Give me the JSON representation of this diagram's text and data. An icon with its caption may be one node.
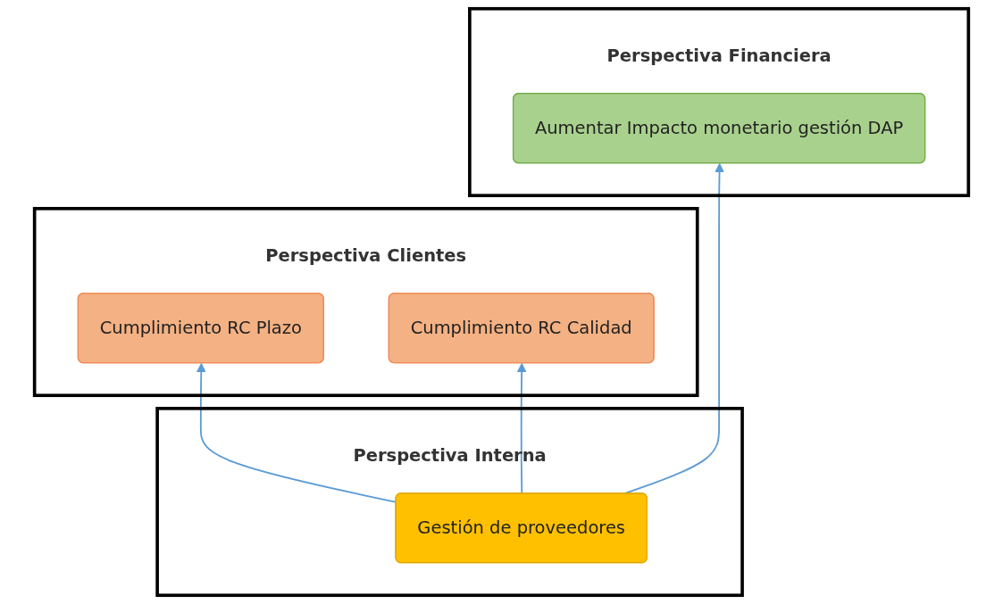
{
  "diagram": {
    "nodes": [
      {
        "text": [
          "Perspectiva Financiera"
        ]
      },
      {
        "text": [
          "Aumentar Impacto monetario gestión DAP"
        ],
        "in": 0
      },
      {
        "text": [
          "Perspectiva Clientes"
        ]
      },
      {
        "text": [
          "Cumplimiento RC Plazo"
        ],
        "in": 2
      },
      {
        "text": [
          "Cumplimiento RC Calidad"
        ],
        "in": 2
      },
      {
        "text": [
          "Perspectiva Interna"
        ]
      },
      {
        "text": [
          "Gestión de proveedores"
        ],
        "in": 5
      }
    ],
    "edges": [
      {
        "from": 6,
        "to": 3,
        "arrow": "to"
      },
      {
        "from": 6,
        "to": 1,
        "arrow": "to"
      },
      {
        "from": 6,
        "to": 4,
        "arrow": "to"
      }
    ]
  }
}
